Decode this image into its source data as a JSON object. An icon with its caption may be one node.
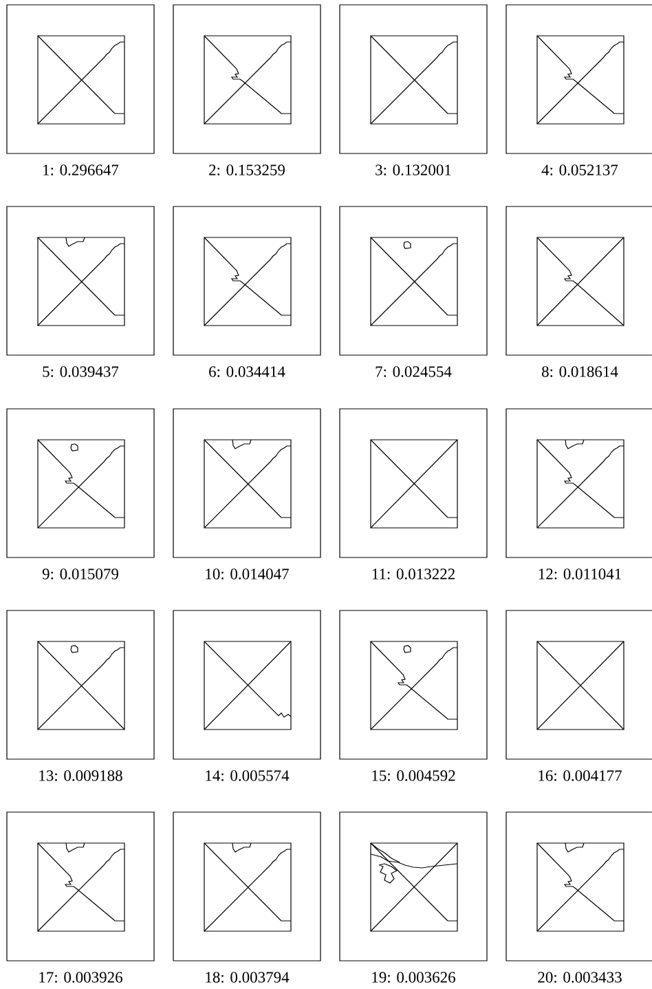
{
  "diagram": {
    "nodes": [
      {
        "text": [],
        "shape": "box",
        "beside": [
          "1: 0.296647"
        ]
      },
      {
        "text": [],
        "shape": "box",
        "beside": [
          "2: 0.153259"
        ]
      },
      {
        "text": [],
        "shape": "box",
        "beside": [
          "3: 0.132001"
        ]
      },
      {
        "text": [],
        "shape": "box",
        "beside": [
          "4: 0.052137"
        ]
      },
      {
        "text": [],
        "shape": "box",
        "beside": [
          "5: 0.039437"
        ]
      },
      {
        "text": [],
        "shape": "box",
        "beside": [
          "6: 0.034414"
        ]
      },
      {
        "text": [],
        "shape": "box",
        "beside": [
          "7: 0.024554"
        ]
      },
      {
        "text": [],
        "shape": "box",
        "beside": [
          "8: 0.018614"
        ]
      },
      {
        "text": [],
        "shape": "box",
        "beside": [
          "9: 0.015079"
        ]
      },
      {
        "text": [],
        "shape": "box",
        "beside": [
          "10: 0.014047"
        ]
      },
      {
        "text": [],
        "shape": "box",
        "beside": [
          "11: 0.013222"
        ]
      },
      {
        "text": [],
        "shape": "box",
        "beside": [
          "12: 0.011041"
        ]
      },
      {
        "text": [],
        "shape": "box",
        "beside": [
          "13: 0.009188"
        ]
      },
      {
        "text": [],
        "shape": "box",
        "beside": [
          "14: 0.005574"
        ]
      },
      {
        "text": [],
        "shape": "box",
        "beside": [
          "15: 0.004592"
        ]
      },
      {
        "text": [],
        "shape": "box",
        "beside": [
          "16: 0.004177"
        ]
      },
      {
        "text": [],
        "shape": "box",
        "beside": [
          "17: 0.003926"
        ]
      },
      {
        "text": [],
        "shape": "box",
        "beside": [
          "18: 0.003794"
        ]
      },
      {
        "text": [],
        "shape": "box",
        "beside": [
          "19: 0.003626"
        ]
      },
      {
        "text": [],
        "shape": "box",
        "beside": [
          "20: 0.003433"
        ]
      }
    ]
  }
}
